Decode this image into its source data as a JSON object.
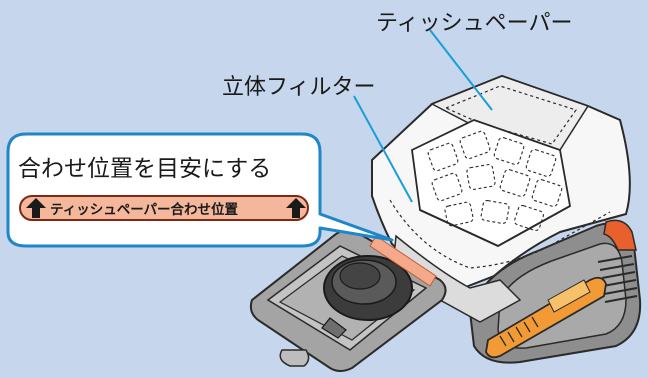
{
  "labels": {
    "tissue_paper": "ティッシュペーパー",
    "filter": "立体フィルター",
    "callout_title": "合わせ位置を目安にする",
    "badge_text": "ティッシュペーパー合わせ位置"
  },
  "icons": {
    "badge_arrow_left": "up-arrow-icon",
    "badge_arrow_right": "up-arrow-icon"
  },
  "colors": {
    "background": "#c6d6ec",
    "callout_border": "#1f86c7",
    "leader_line": "#1a9ed8",
    "badge_fill": "#f5b79b",
    "badge_border": "#7a2a12",
    "alignment_band": "#f4a98a",
    "lever_orange": "#f29a35",
    "accent_orange": "#e8602c",
    "tray_grey": "#9a9a9a"
  }
}
